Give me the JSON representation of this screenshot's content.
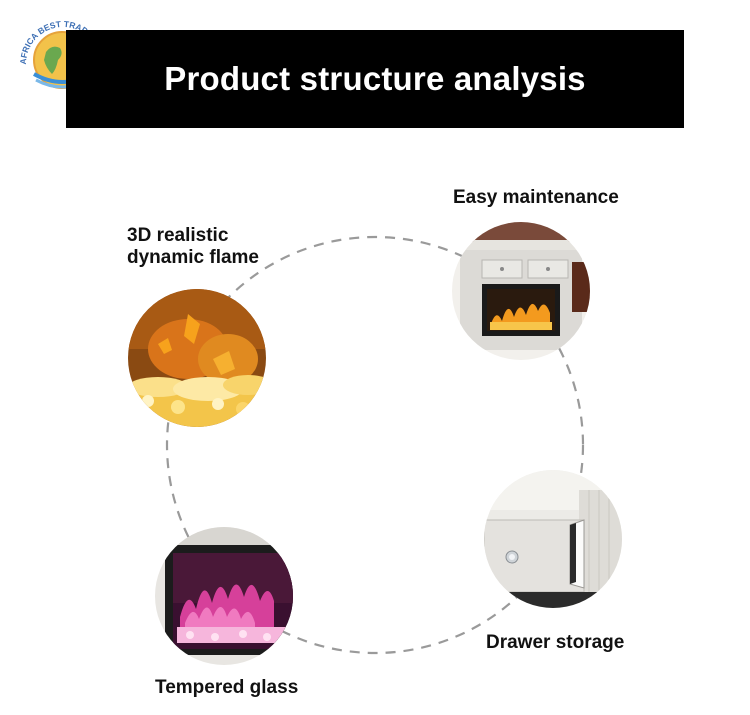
{
  "logo": {
    "text": "CHINA-AFRICA BEST TRADING PLATFORM",
    "icon": "globe-logo-icon"
  },
  "header": {
    "title": "Product structure analysis"
  },
  "features": {
    "flame": {
      "label": "3D realistic\ndynamic flame",
      "icon": "flame-closeup-image"
    },
    "maintenance": {
      "label": "Easy maintenance",
      "icon": "fireplace-cabinet-image"
    },
    "drawer": {
      "label": "Drawer storage",
      "icon": "open-drawer-image"
    },
    "glass": {
      "label": "Tempered glass",
      "icon": "glass-firebox-image"
    }
  },
  "colors": {
    "title_bg": "#000000",
    "title_text": "#ffffff",
    "ring": "#999999",
    "flame": "#f08a10",
    "glass_flame": "#e04aa0"
  }
}
